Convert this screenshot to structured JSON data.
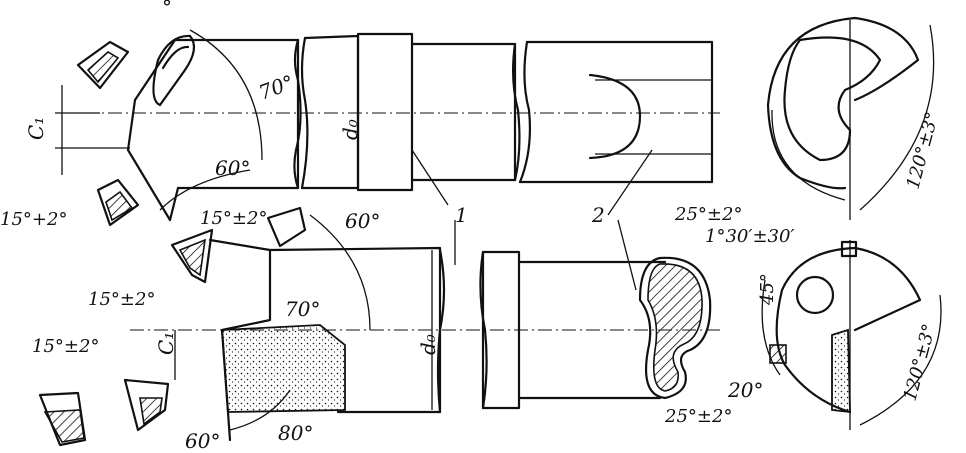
{
  "labels": {
    "c1": "C₁",
    "d0": "d₀",
    "part_1": "1",
    "part_2": "2",
    "angle_70_top": "70°",
    "angle_60_top": "60°",
    "tol_15_top": "15°+2°",
    "tol_15_mid": "15°±2°",
    "angle_60_mid": "60°",
    "tol_15_left": "15°±2°",
    "angle_70_mid": "70°",
    "tol_15_bottom": "15°±2°",
    "angle_60_bottom": "60°",
    "angle_80": "80°",
    "tol_25_top": "25°±2°",
    "tol_1_30": "1°30′±30′",
    "tol_120_top": "120°±3°",
    "angle_45": "45°",
    "angle_20": "20°",
    "tol_25_bottom": "25°±2°",
    "tol_120_bottom": "120°±3°",
    "degree_mark": "°"
  }
}
